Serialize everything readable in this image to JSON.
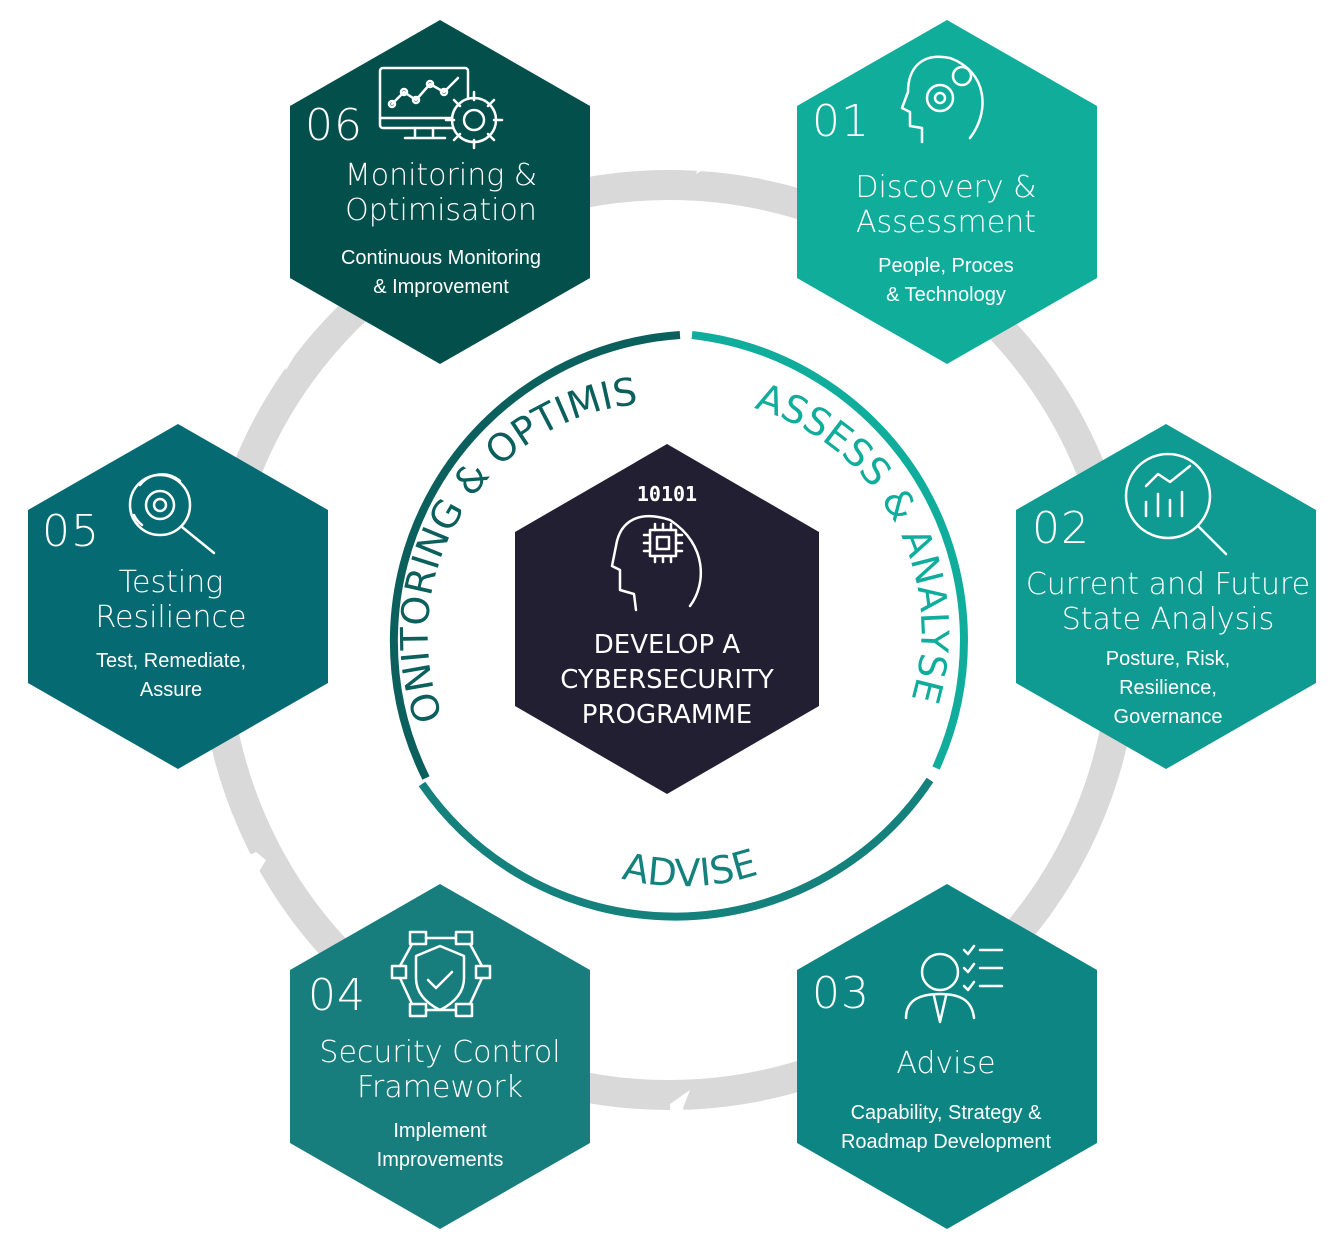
{
  "center": {
    "binary": "10101",
    "title": "DEVELOP A\nCYBERSECURITY\nPROGRAMME",
    "fill": "#221f33",
    "icon": "head-chip-icon"
  },
  "arc_labels": {
    "monitoring": "MONITORING & OPTIMISE",
    "assess": "ASSESS & ANALYSE",
    "advise": "ADVISE"
  },
  "colors": {
    "ring": "#d9d9d9",
    "arc_dark": "#0b5f5c",
    "arc_teal": "#10ac9c",
    "arc_mid": "#14817c"
  },
  "steps": [
    {
      "id": "01",
      "title": "Discovery &\nAssessment",
      "subtitle": "People, Proces\n& Technology",
      "fill": "#11ad9b",
      "icon": "head-gear-icon"
    },
    {
      "id": "02",
      "title": "Current and Future\nState Analysis",
      "subtitle": "Posture, Risk,\nResilience,\nGovernance",
      "fill": "#0f9a92",
      "icon": "chart-magnifier-icon"
    },
    {
      "id": "03",
      "title": "Advise",
      "subtitle": "Capability, Strategy &\nRoadmap Development",
      "fill": "#0c8583",
      "icon": "advisor-checklist-icon"
    },
    {
      "id": "04",
      "title": "Security Control\nFramework",
      "subtitle": "Implement\nImprovements",
      "fill": "#187e7d",
      "icon": "shield-locks-icon"
    },
    {
      "id": "05",
      "title": "Testing\nResilience",
      "subtitle": "Test, Remediate,\nAssure",
      "fill": "#056a72",
      "icon": "gear-search-icon"
    },
    {
      "id": "06",
      "title": "Monitoring &\nOptimisation",
      "subtitle": "Continuous Monitoring\n& Improvement",
      "fill": "#024f4b",
      "icon": "monitor-gear-icon"
    }
  ]
}
